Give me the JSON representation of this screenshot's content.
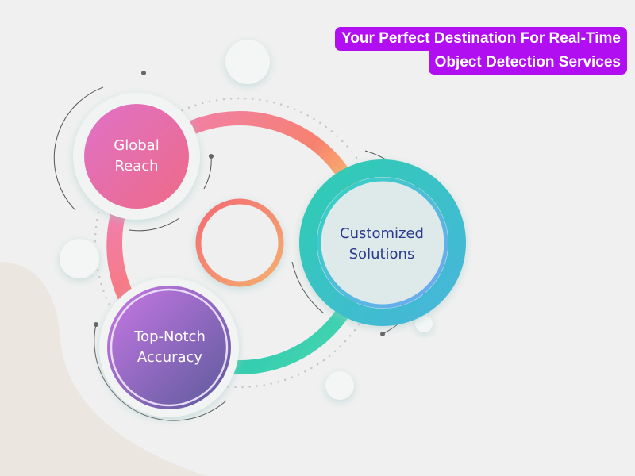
{
  "title": {
    "line1": "Your Perfect Destination For Real-Time",
    "line2": "Object Detection Services",
    "background": "#b10ef2"
  },
  "nodes": [
    {
      "line1": "Global",
      "line2": "Reach",
      "color": "#e8679c"
    },
    {
      "line1": "Customized",
      "line2": "Solutions",
      "color": "#2b3a8c"
    },
    {
      "line1": "Top-Notch",
      "line2": "Accuracy",
      "color": "#8a5fc0"
    }
  ]
}
